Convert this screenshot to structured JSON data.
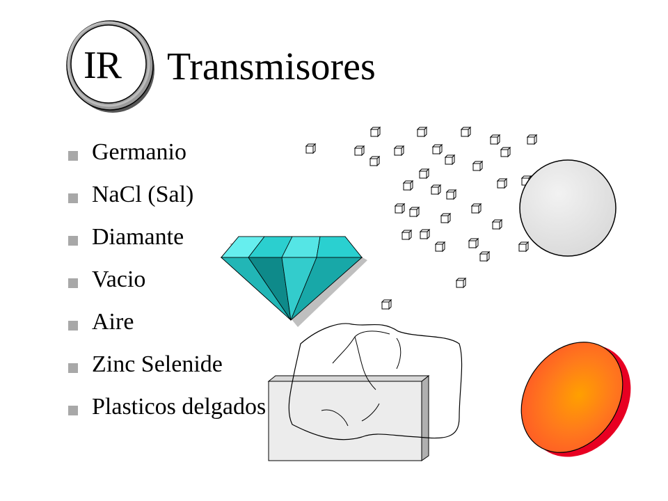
{
  "slide": {
    "title_badge": "IR",
    "title": "Transmisores",
    "bullets": [
      "Germanio",
      "NaCl (Sal)",
      "Diamante",
      "Vacio",
      "Aire",
      "Zinc Selenide",
      "Plasticos delgados"
    ]
  },
  "illustrations": [
    {
      "name": "diamond",
      "color": "#33cccc"
    },
    {
      "name": "salt-crystals",
      "color": "#ffffff"
    },
    {
      "name": "sphere",
      "color": "#dddddd"
    },
    {
      "name": "rock-block",
      "color": "#e6e6e6"
    },
    {
      "name": "orange-lens",
      "color": "#ff6633"
    }
  ],
  "colors": {
    "bullet_marker": "#a8a8a8",
    "badge_ring": "#888888"
  }
}
